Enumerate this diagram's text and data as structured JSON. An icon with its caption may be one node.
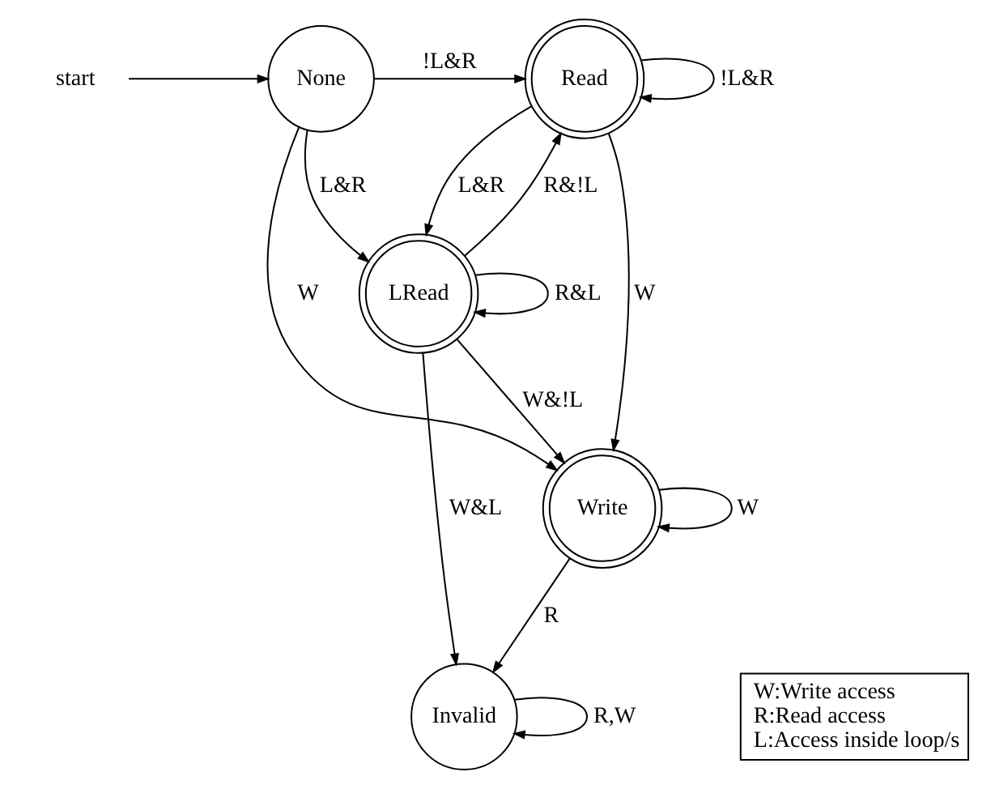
{
  "diagram": {
    "nodes": [
      {
        "text": [
          "None"
        ]
      },
      {
        "text": [
          "Read"
        ]
      },
      {
        "text": [
          "Write"
        ]
      },
      {
        "text": [
          "LRead"
        ]
      },
      {
        "text": [
          "Invalid"
        ]
      },
      {
        "text": [
          "start"
        ]
      },
      {
        "text": [
          "W:Write access",
          "R:Read access",
          "L:Access inside loop/s"
        ]
      }
    ],
    "edges": [
      {
        "from": 5,
        "to": 0,
        "arrow": "to"
      },
      {
        "from": 0,
        "to": 1,
        "arrow": "to",
        "label": "!L&R"
      },
      {
        "from": 1,
        "to": 1,
        "arrow": "to",
        "label": "!L&R"
      },
      {
        "from": 0,
        "to": 2,
        "arrow": "to",
        "label": "W"
      },
      {
        "from": 2,
        "to": 2,
        "arrow": "to",
        "label": "W"
      },
      {
        "from": 1,
        "to": 2,
        "arrow": "to",
        "label": "W"
      },
      {
        "from": 0,
        "to": 3,
        "arrow": "to",
        "label": "L&R"
      },
      {
        "from": 1,
        "to": 3,
        "arrow": "to",
        "label": "L&R"
      },
      {
        "from": 3,
        "to": 1,
        "arrow": "to",
        "label": "R&!L"
      },
      {
        "from": 3,
        "to": 2,
        "arrow": "to",
        "label": "W&!L"
      },
      {
        "from": 3,
        "to": 3,
        "arrow": "to",
        "label": "R&L"
      },
      {
        "from": 2,
        "to": 4,
        "arrow": "to",
        "label": "R"
      },
      {
        "from": 3,
        "to": 4,
        "arrow": "to",
        "label": "W&L"
      },
      {
        "from": 4,
        "to": 4,
        "arrow": "to",
        "label": "R,W"
      }
    ]
  }
}
